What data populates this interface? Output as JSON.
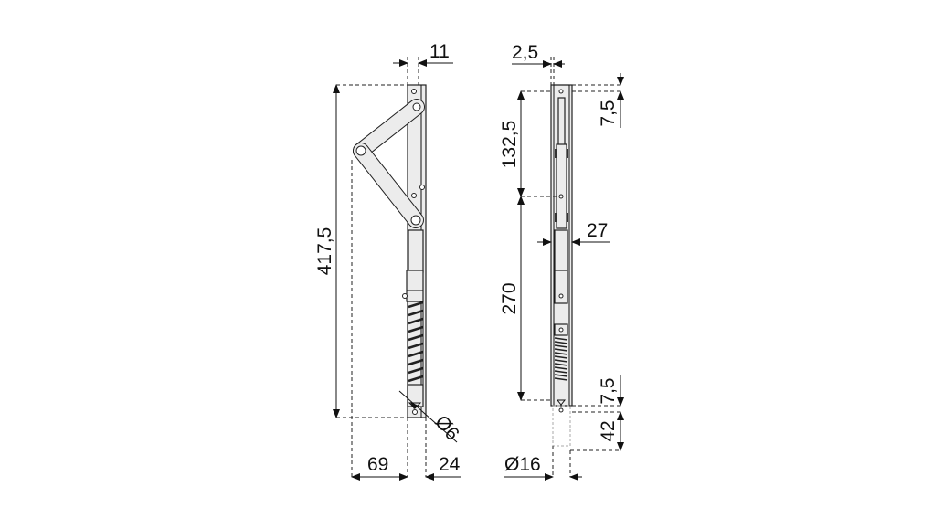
{
  "side_view": {
    "height_label": "417,5",
    "top_offset_label": "11",
    "arm_reach_label": "69",
    "depth_label": "24",
    "hole_diameter_label": "Ø6"
  },
  "front_view": {
    "edge_label": "2,5",
    "upper_spacing_label": "132,5",
    "lower_spacing_label": "270",
    "width_label": "27",
    "top_margin_label": "7,5",
    "bottom_margin_label": "7,5",
    "pin_length_label": "42",
    "pin_diameter_label": "Ø16"
  }
}
